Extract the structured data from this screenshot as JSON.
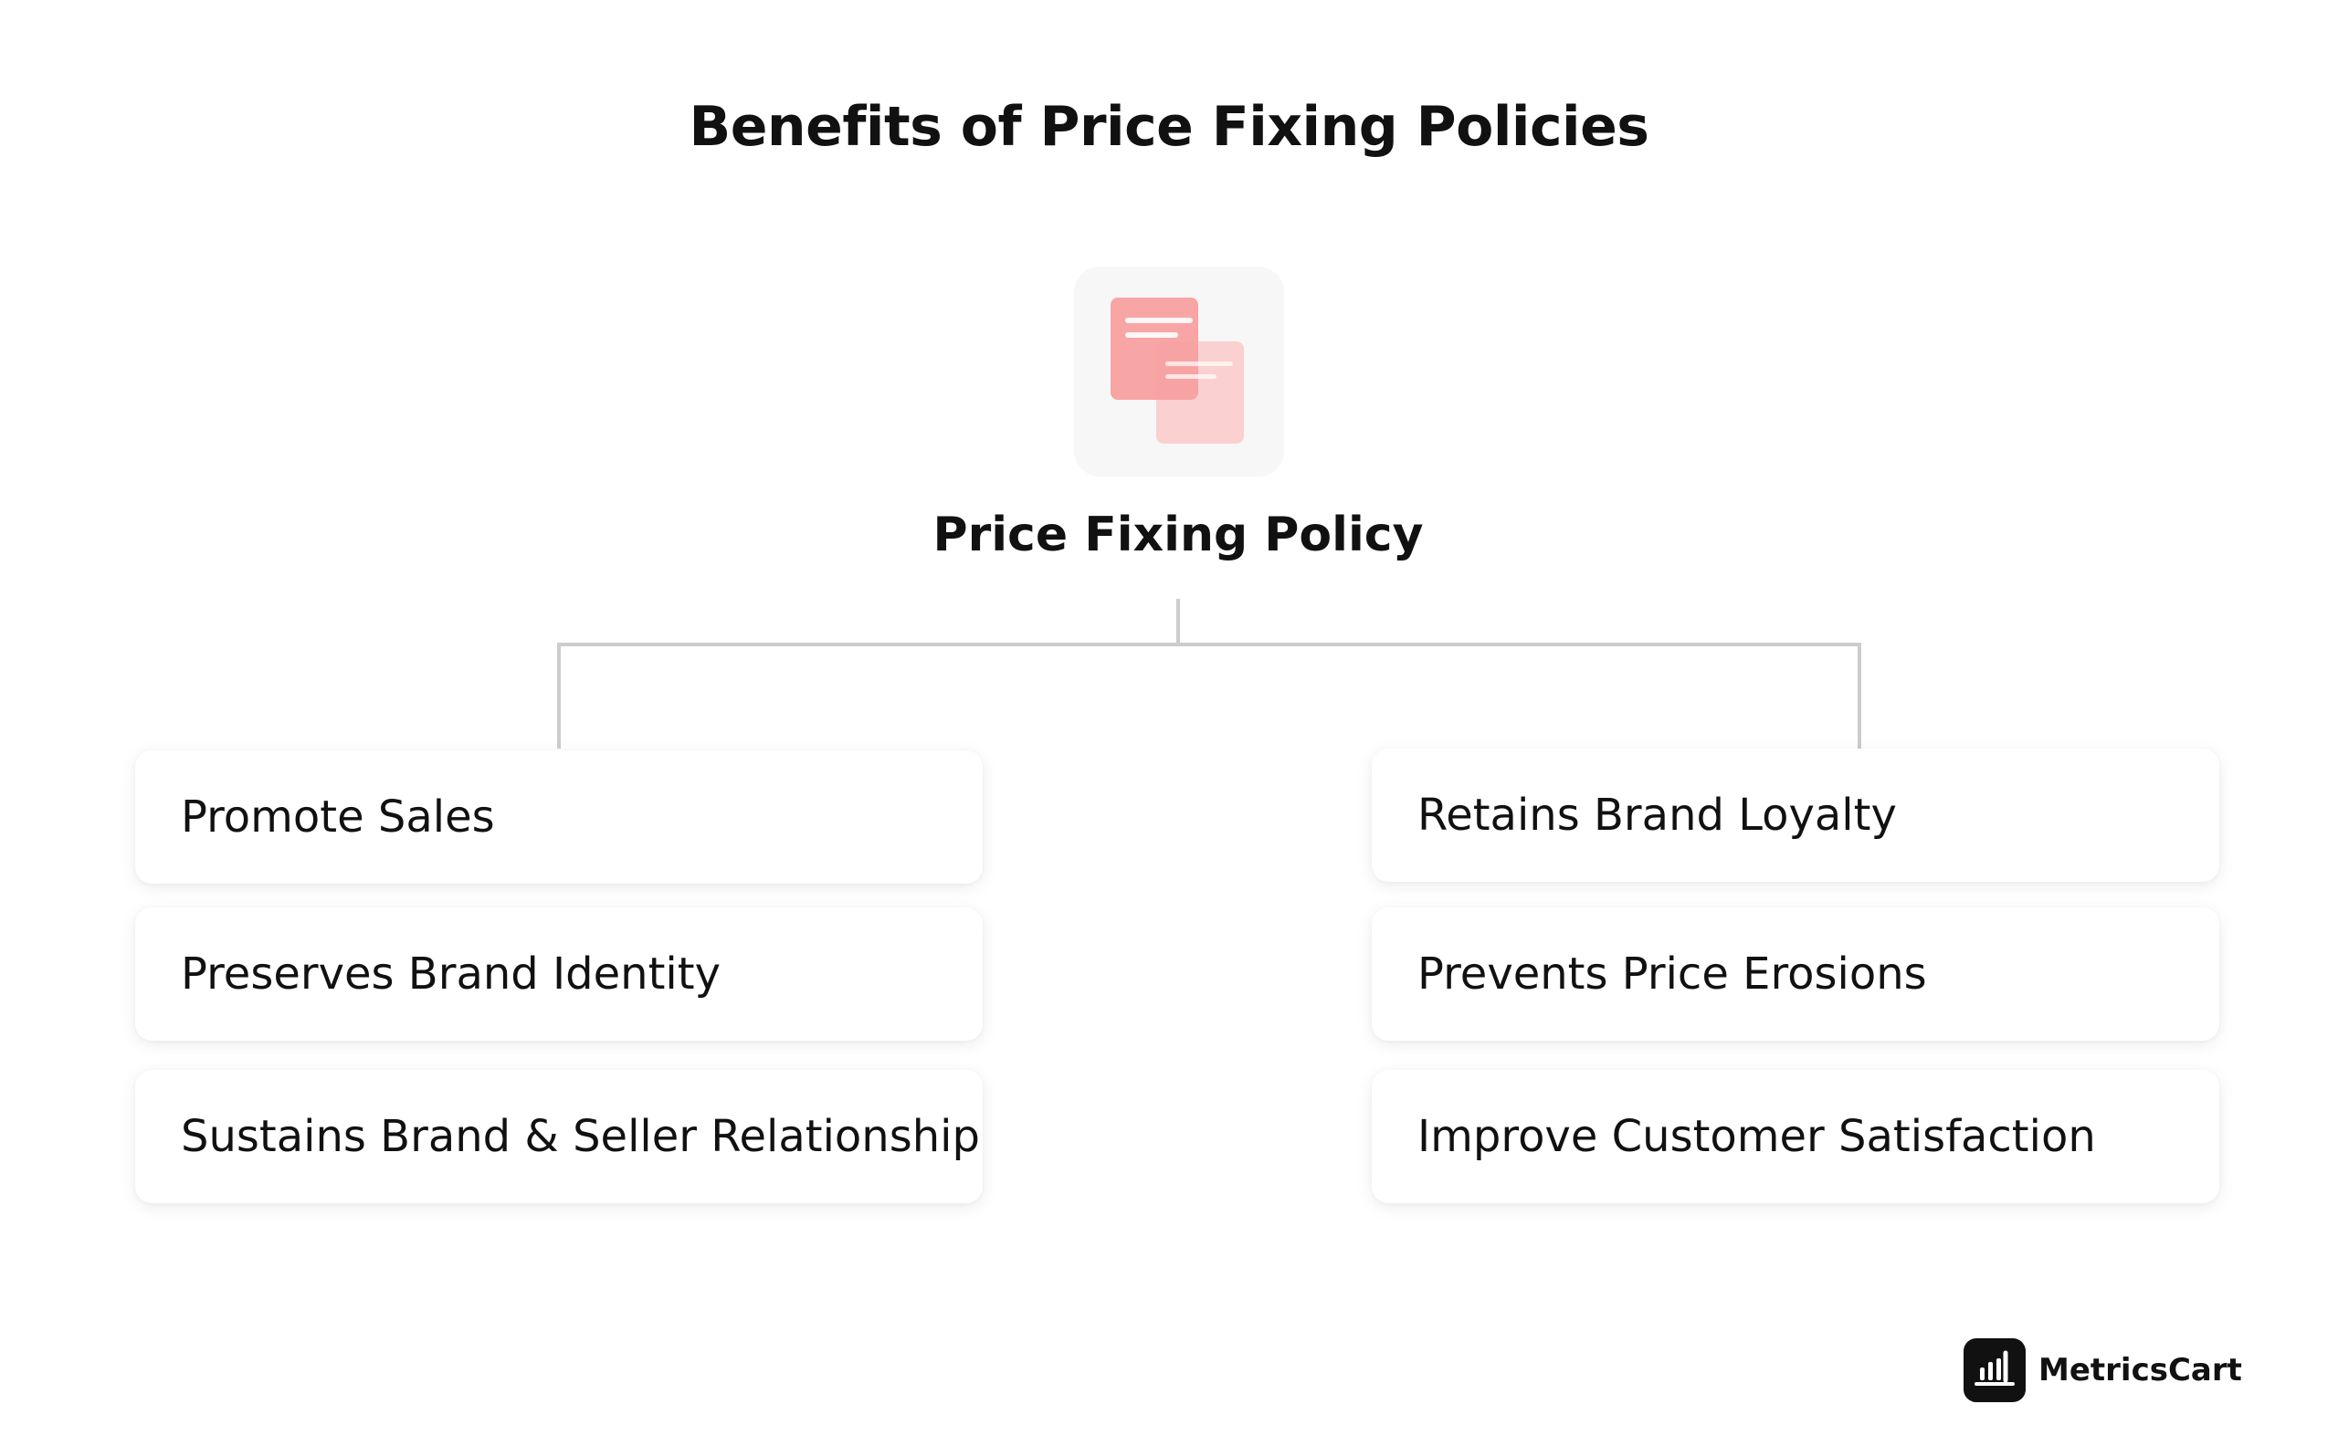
{
  "title": "Benefits of Price Fixing Policies",
  "hub": {
    "label": "Price Fixing Policy",
    "icon": "documents-icon",
    "icon_colors": {
      "front": "#f8a0a0",
      "back": "#fbd0d0",
      "tile": "#f7f7f7"
    }
  },
  "left_benefits": [
    "Promote Sales",
    "Preserves Brand Identity",
    "Sustains Brand & Seller Relationship"
  ],
  "right_benefits": [
    "Retains Brand Loyalty",
    "Prevents Price Erosions",
    "Improve Customer Satisfaction"
  ],
  "brand": {
    "name": "MetricsCart",
    "icon": "bar-chart-logo-icon"
  },
  "colors": {
    "connector": "#cccccc",
    "text": "#111111",
    "background": "#ffffff"
  }
}
